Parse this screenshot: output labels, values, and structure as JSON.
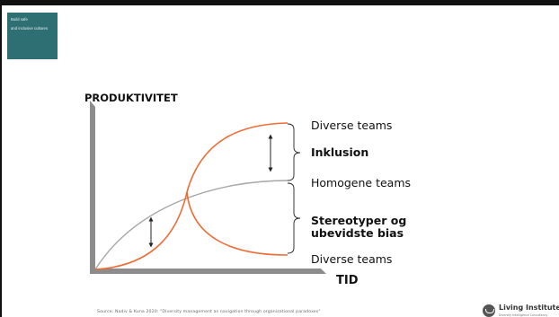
{
  "badge": {
    "line1": "Build safe",
    "line2": "and inclusive cultures"
  },
  "diagram": {
    "y_axis_title": "PRODUKTIVITET",
    "x_axis_title": "TID",
    "labels": {
      "diverse_top": "Diverse teams",
      "inklusion": "Inklusion",
      "homogene": "Homogene teams",
      "stereotyper_line1": "Stereotyper og",
      "stereotyper_line2": "ubevidste bias",
      "diverse_bottom": "Diverse teams"
    }
  },
  "colors": {
    "accent": "#ee6b33",
    "gray_curve": "#a6a6a6",
    "axis": "#8c8c8c",
    "badge": "#2e6f74"
  },
  "footer": {
    "source": "Source: Nadiv & Kuna 2020: \"Diversity management as navigation through organizational paradoxes\"",
    "logo_name": "Living Institute",
    "logo_tagline": "Diversity Intelligence Consultancy",
    "logo_icon": "smile-circle-icon"
  }
}
